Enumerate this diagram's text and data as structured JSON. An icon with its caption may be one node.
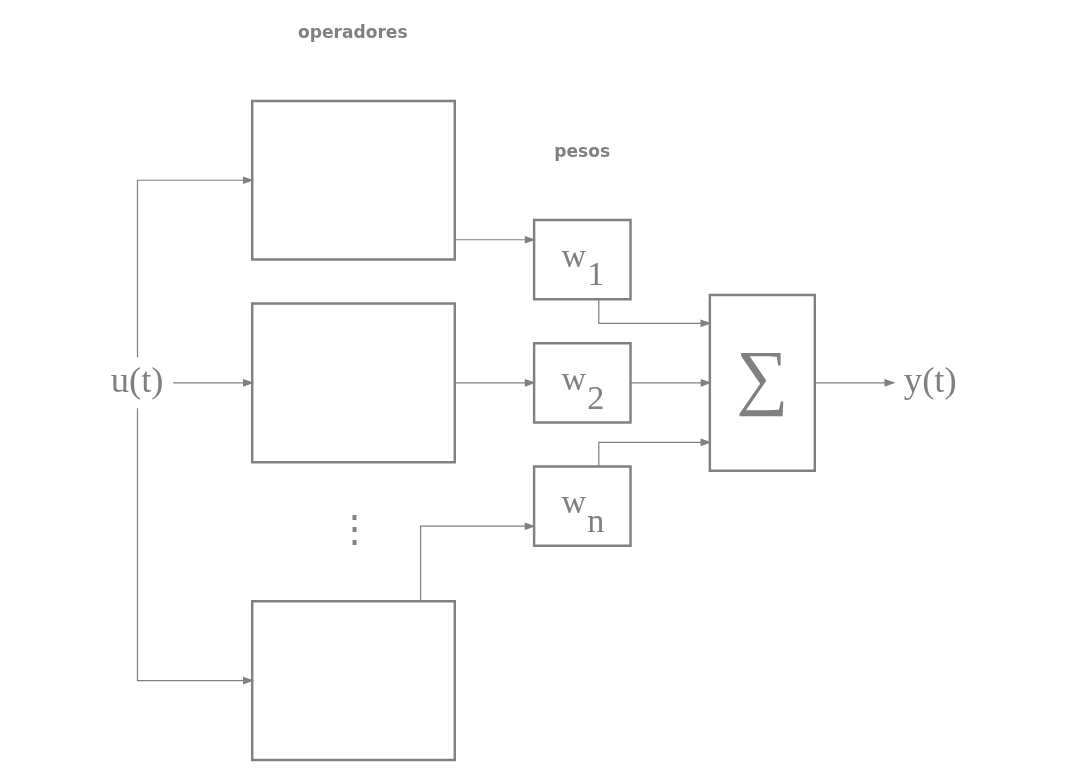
{
  "diagram": {
    "nodes": [
      {
        "text": [
          "u(t)"
        ]
      },
      {
        "text": [],
        "shape": "box"
      },
      {
        "text": [],
        "shape": "box"
      },
      {
        "text": [],
        "shape": "box"
      },
      {
        "text": [
          "w$_{1}$"
        ]
      },
      {
        "text": [
          "w$_{2}$"
        ]
      },
      {
        "text": [
          "w$_{n}$"
        ]
      },
      {
        "text": [
          "∑"
        ]
      },
      {
        "text": [
          "y(t)"
        ]
      }
    ],
    "edges": [
      {
        "from": 0,
        "to": 1,
        "arrow": "to"
      },
      {
        "from": 0,
        "to": 2,
        "arrow": "to"
      },
      {
        "from": 0,
        "to": 3,
        "arrow": "to"
      },
      {
        "from": 1,
        "to": 4,
        "arrow": "to"
      },
      {
        "from": 2,
        "to": 5,
        "arrow": "to"
      },
      {
        "from": 3,
        "to": 6,
        "arrow": "to"
      },
      {
        "from": 4,
        "to": 7,
        "arrow": "to"
      },
      {
        "from": 5,
        "to": 7,
        "arrow": "to"
      },
      {
        "from": 6,
        "to": 7,
        "arrow": "to"
      },
      {
        "from": 7,
        "to": 8,
        "arrow": "to"
      }
    ],
    "labels": [
      "operadores",
      "pesos",
      "⋮"
    ]
  }
}
